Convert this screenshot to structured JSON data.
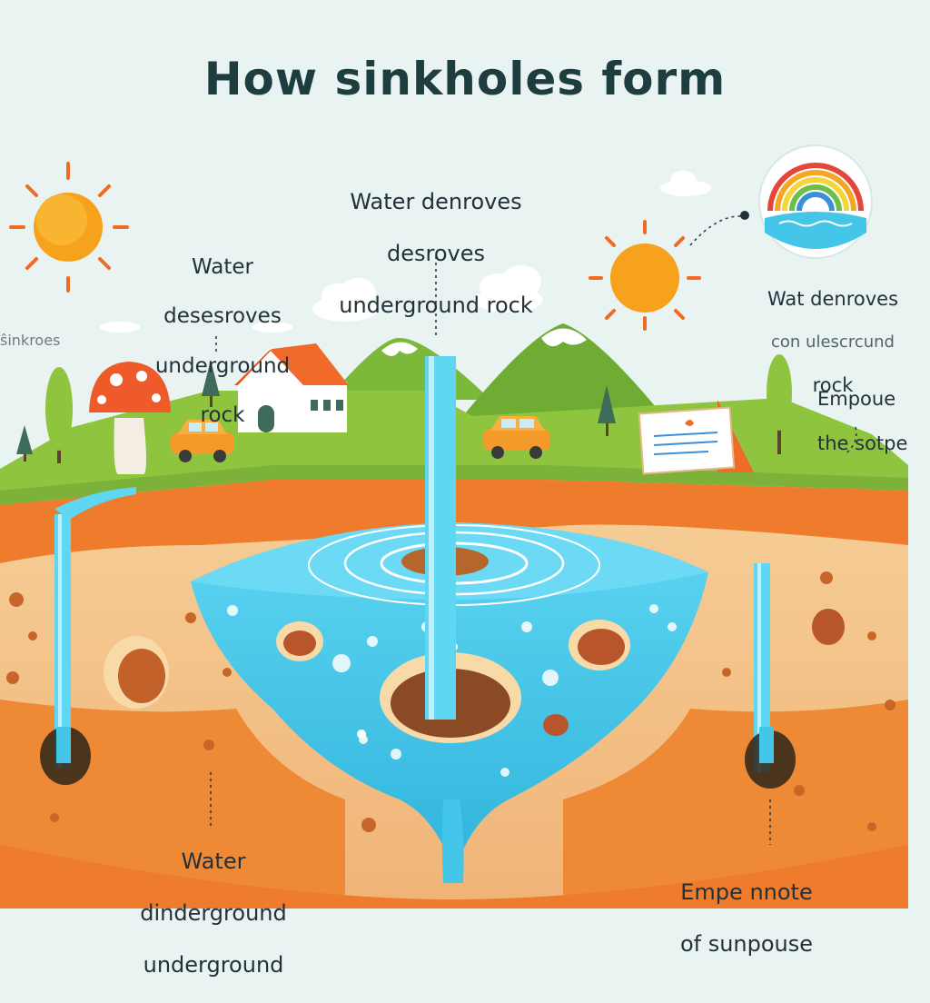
{
  "title": "How sinkholes form",
  "labels": {
    "top_center": [
      "Water denroves",
      "desroves",
      "underground rock"
    ],
    "left_upper": [
      "Water",
      "desesroves",
      "underground",
      "rock"
    ],
    "left_edge": "ŝinkroes",
    "right_upper": [
      "Wat denroves",
      "con ulescrcund",
      "rock"
    ],
    "right_middle": [
      "Empoue",
      "the sotpe"
    ],
    "bottom_left": [
      "Water",
      "dinderground",
      "underground"
    ],
    "bottom_right": [
      "Empe nnote",
      "of sunpouse"
    ]
  },
  "colors": {
    "background": "#e9f3f1",
    "grass": "#8fc43e",
    "soil_top": "#ee7c2c",
    "soil": "#f2c48c",
    "water": "#44c6e8",
    "sun": "#f7a21c",
    "sun_ray": "#f26a21",
    "roof": "#f06a2a",
    "mountain": "#7cb83a"
  }
}
